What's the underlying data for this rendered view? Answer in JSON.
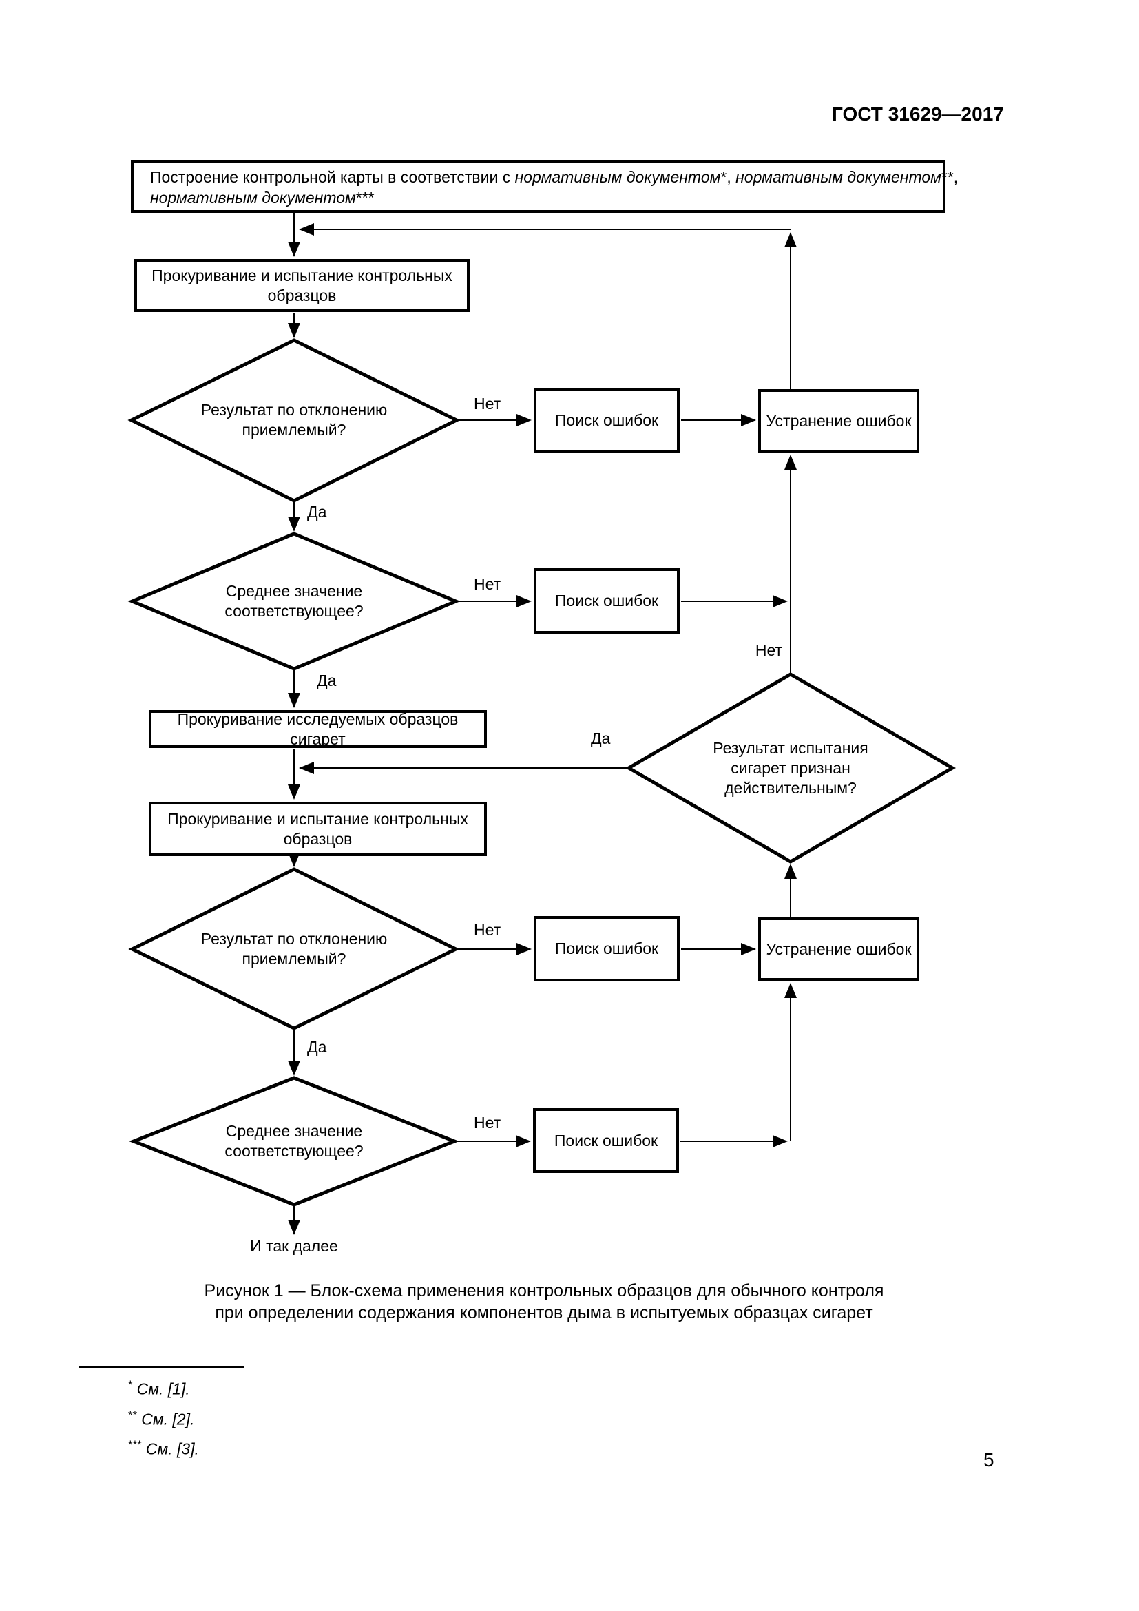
{
  "page": {
    "header": "ГОСТ 31629—2017",
    "page_number": "5"
  },
  "flowchart": {
    "top_box": {
      "t1": "Построение контрольной карты в соответствии с ",
      "i1": "нормативным документом",
      "t2": "*, ",
      "i2": "нормативным документом",
      "t3": "**,",
      "i3": "нормативным документом",
      "t4": "***"
    },
    "boxes": {
      "smoke_and_test_control": "Прокуривание и испытание контрольных образцов",
      "search_errors": "Поиск ошибок",
      "fix_errors": "Устранение ошибок",
      "smoke_test_samples": "Прокуривание исследуемых образцов сигарет"
    },
    "diamonds": {
      "deviation": "Результат по отклонению приемлемый?",
      "mean": "Среднее значение соответствующее?",
      "validity": "Результат испытания сигарет признан действительным?"
    },
    "labels": {
      "yes": "Да",
      "no": "Нет",
      "etc": "И так далее"
    }
  },
  "caption": {
    "line1": "Рисунок 1 — Блок-схема применения контрольных образцов для обычного контроля",
    "line2": "при определении содержания компонентов дыма в испытуемых образцах сигарет"
  },
  "footnotes": [
    {
      "mark": "*",
      "text": "См. [1]."
    },
    {
      "mark": "**",
      "text": "См. [2]."
    },
    {
      "mark": "***",
      "text": "См. [3]."
    }
  ]
}
